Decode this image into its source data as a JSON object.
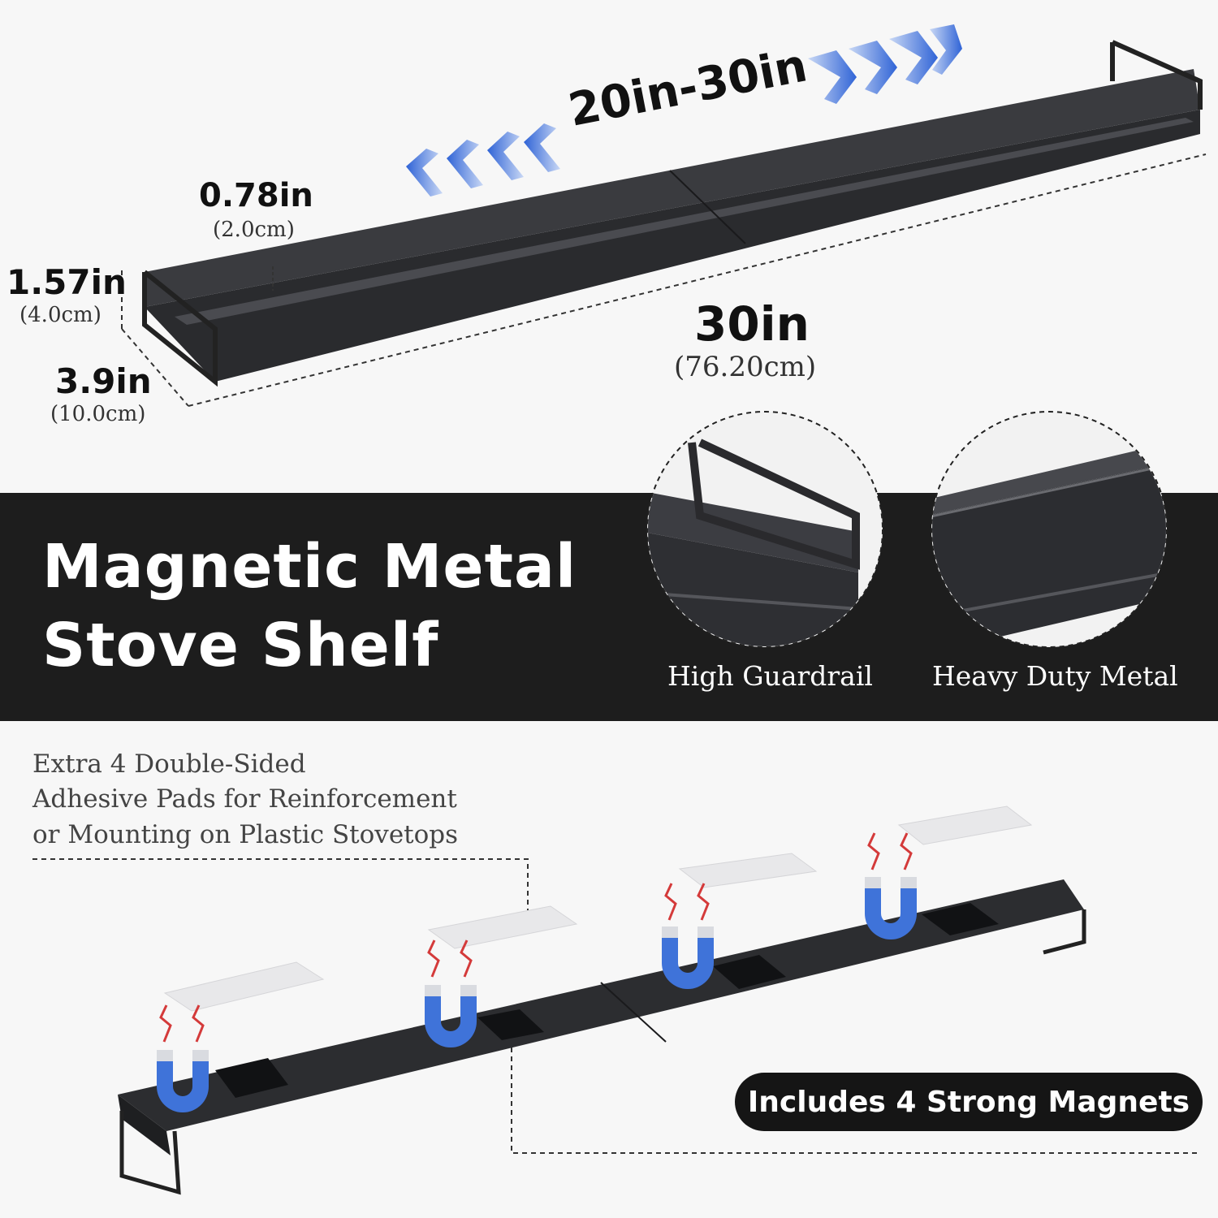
{
  "dimensions": {
    "range_label": "20in-30in",
    "rail_height": {
      "main": "0.78in",
      "sub": "(2.0cm)"
    },
    "back_height": {
      "main": "1.57in",
      "sub": "(4.0cm)"
    },
    "depth": {
      "main": "3.9in",
      "sub": "(10.0cm)"
    },
    "length": {
      "main": "30in",
      "sub": "(76.20cm)"
    }
  },
  "banner": {
    "title_line1": "Magnetic Metal",
    "title_line2": "Stove Shelf",
    "features": [
      {
        "label": "High Guardrail",
        "icon": "guardrail-closeup"
      },
      {
        "label": "Heavy Duty Metal",
        "icon": "metal-closeup"
      }
    ]
  },
  "bottom": {
    "note_lines": [
      "Extra 4 Double-Sided",
      "Adhesive Pads for Reinforcement",
      "or Mounting on Plastic  Stovetops"
    ],
    "magnets_label": "Includes 4 Strong Magnets"
  },
  "colors": {
    "background": "#f7f7f7",
    "band": "#1d1d1d",
    "shelf": "#2c2d30",
    "arrow_blue": "#3a6fd8",
    "magnet_blue": "#3f73d9",
    "zap_red": "#d43a3a"
  }
}
